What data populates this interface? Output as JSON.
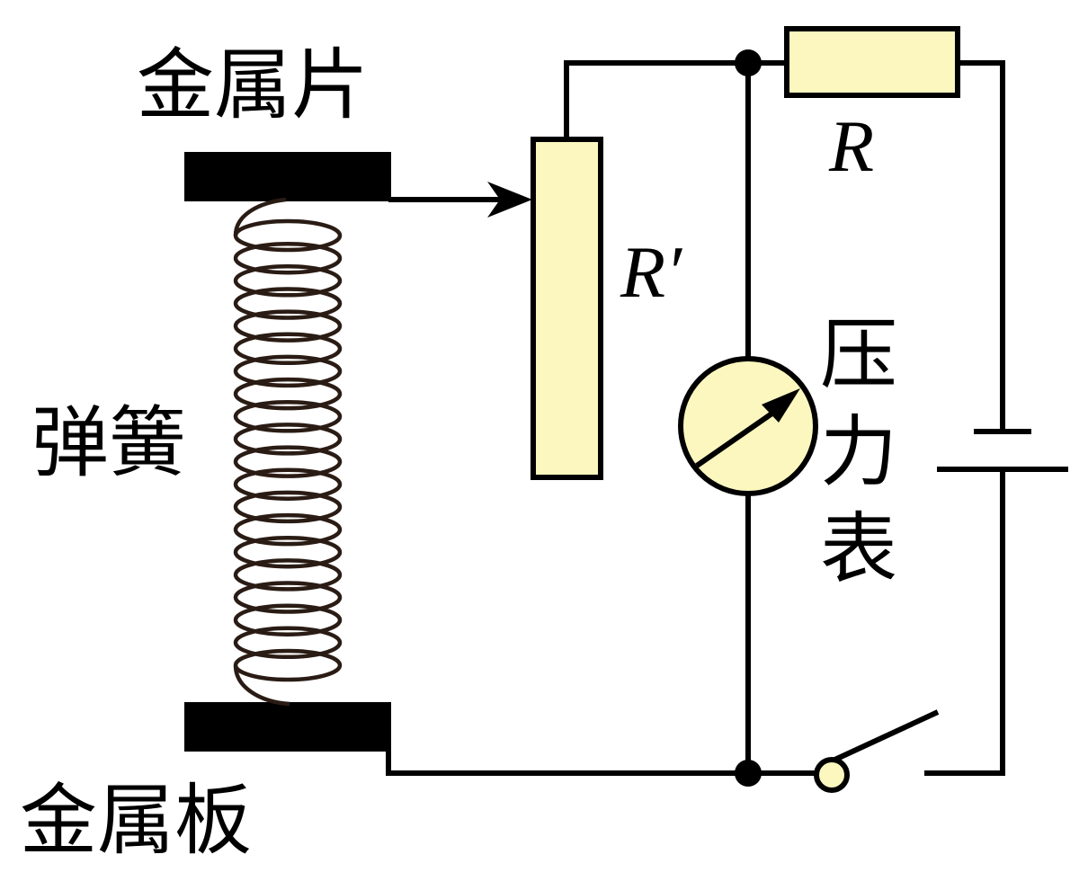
{
  "labels": {
    "metal_sheet": "金属片",
    "spring": "弹簧",
    "metal_plate": "金属板",
    "resistor_R": "R",
    "rheostat_R_prime": "R′",
    "pressure_meter": [
      "压",
      "力",
      "表"
    ]
  },
  "colors": {
    "wire": "#000000",
    "component_fill": "#fbf7be",
    "metal": "#000000",
    "spring_coil": "#2a1c14",
    "background": "#ffffff"
  }
}
